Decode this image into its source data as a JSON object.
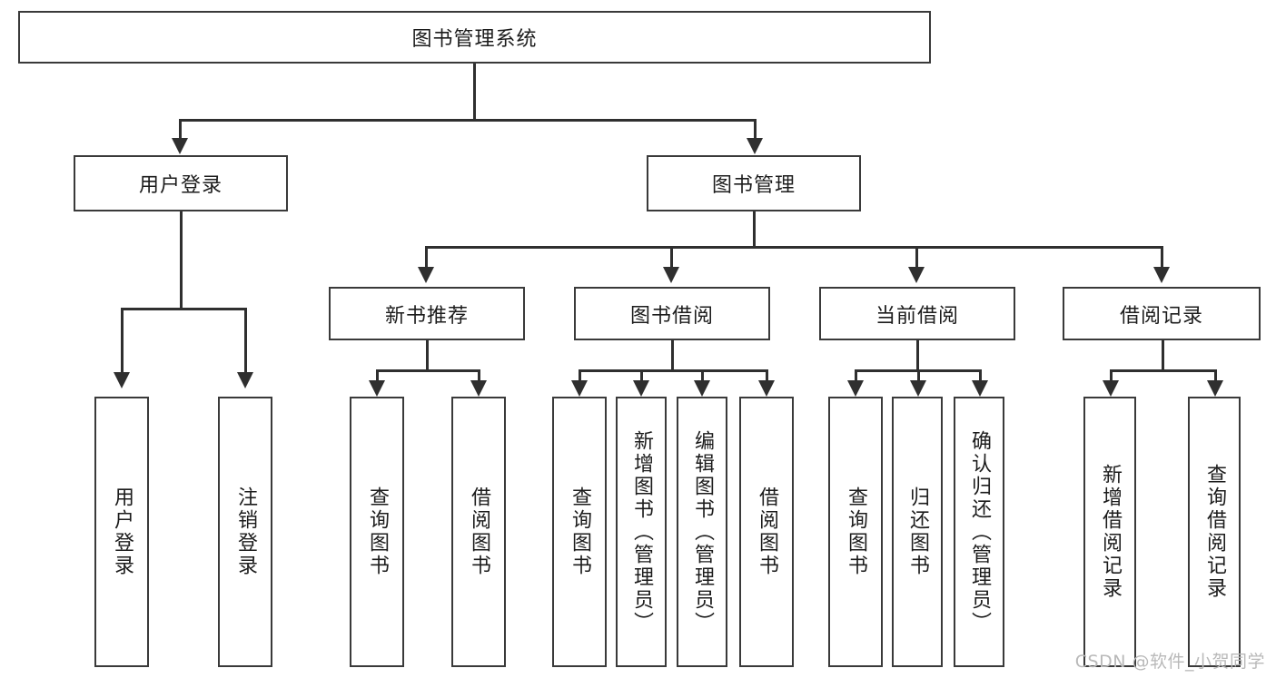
{
  "diagram": {
    "title_node": {
      "label": "图书管理系统"
    },
    "level2": [
      {
        "label": "用户登录"
      },
      {
        "label": "图书管理"
      }
    ],
    "level3": [
      {
        "label": "新书推荐"
      },
      {
        "label": "图书借阅"
      },
      {
        "label": "当前借阅"
      },
      {
        "label": "借阅记录"
      }
    ],
    "leaves": {
      "user_login": [
        {
          "label": "用户登录"
        },
        {
          "label": "注销登录"
        }
      ],
      "new_book_recommend": [
        {
          "label": "查询图书"
        },
        {
          "label": "借阅图书"
        }
      ],
      "book_borrow": [
        {
          "label": "查询图书"
        },
        {
          "label": "新增图书（管理员）"
        },
        {
          "label": "编辑图书（管理员）"
        },
        {
          "label": "借阅图书"
        }
      ],
      "current_borrow": [
        {
          "label": "查询图书"
        },
        {
          "label": "归还图书"
        },
        {
          "label": "确认归还（管理员）"
        }
      ],
      "borrow_record": [
        {
          "label": "新增借阅记录"
        },
        {
          "label": "查询借阅记录"
        }
      ]
    }
  },
  "watermark": {
    "text": "CSDN @软件_小贺同学"
  },
  "colors": {
    "box_border": "#3a3a3a",
    "line": "#2f2f2f",
    "text": "#1c1c1c",
    "watermark": "#b9b9b9",
    "background": "#ffffff"
  }
}
